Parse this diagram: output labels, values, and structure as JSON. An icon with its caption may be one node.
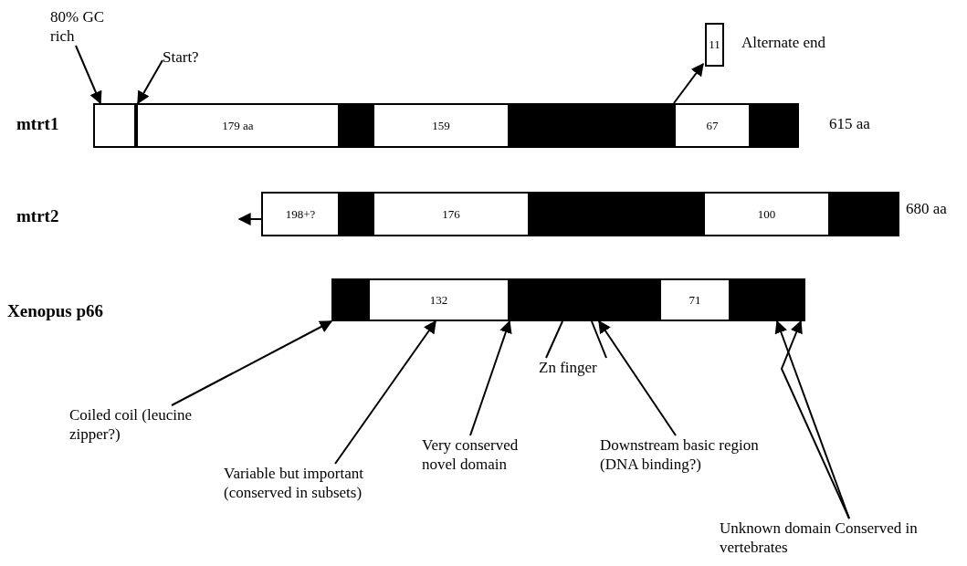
{
  "diagram": {
    "nodes": [
      {
        "text": [
          "80% GC rich"
        ]
      },
      {
        "text": [
          "Start?"
        ]
      },
      {
        "text": [
          "mtrt1"
        ],
        "beside": [
          "615 aa"
        ]
      },
      {
        "text": [],
        "shape": "box",
        "in": 2
      },
      {
        "text": [
          "179 aa"
        ],
        "in": 2
      },
      {
        "text": [],
        "shape": "box",
        "in": 2
      },
      {
        "text": [
          "159"
        ],
        "in": 2
      },
      {
        "text": [],
        "shape": "box",
        "in": 2
      },
      {
        "text": [
          "67"
        ],
        "in": 2
      },
      {
        "text": [],
        "shape": "box",
        "in": 2
      },
      {
        "text": [
          "11"
        ],
        "beside": [
          "Alternate end"
        ]
      },
      {
        "text": [
          "mtrt2"
        ],
        "beside": [
          "680 aa"
        ]
      },
      {
        "text": [
          "198+?"
        ],
        "in": 11
      },
      {
        "text": [],
        "shape": "box",
        "in": 11
      },
      {
        "text": [
          "176"
        ],
        "in": 11
      },
      {
        "text": [],
        "shape": "box",
        "in": 11
      },
      {
        "text": [
          "100"
        ],
        "in": 11
      },
      {
        "text": [],
        "shape": "box",
        "in": 11
      },
      {
        "text": [
          "Xenopus p66"
        ]
      },
      {
        "text": [],
        "shape": "box",
        "in": 18
      },
      {
        "text": [
          "132"
        ],
        "in": 18
      },
      {
        "text": [],
        "shape": "box",
        "in": 18
      },
      {
        "text": [
          "71"
        ],
        "in": 18
      },
      {
        "text": [],
        "shape": "box",
        "in": 18
      },
      {
        "text": [
          "Coiled coil (leucine zipper?)"
        ]
      },
      {
        "text": [
          "Variable but important (conserved in subsets)"
        ]
      },
      {
        "text": [
          "Very conserved novel domain"
        ]
      },
      {
        "text": [
          "Zn finger"
        ]
      },
      {
        "text": [
          "Downstream basic region (DNA binding?)"
        ]
      },
      {
        "text": [
          "Unknown domain Conserved in vertebrates"
        ]
      }
    ],
    "edges": [
      {
        "from": 0,
        "to": 3,
        "arrow": "to"
      },
      {
        "from": 1,
        "to": 4,
        "arrow": "to"
      },
      {
        "from": 8,
        "to": 10,
        "arrow": "to"
      },
      {
        "from": 12,
        "to": null,
        "arrow": "to"
      },
      {
        "from": 24,
        "to": 19,
        "arrow": "to"
      },
      {
        "from": 25,
        "to": 20,
        "arrow": "to"
      },
      {
        "from": 26,
        "to": 21,
        "arrow": "to"
      },
      {
        "from": 27,
        "to": 21,
        "arrow": "none"
      },
      {
        "from": 27,
        "to": 21,
        "arrow": "none"
      },
      {
        "from": 28,
        "to": 21,
        "arrow": "to"
      },
      {
        "from": 29,
        "to": 23,
        "arrow": "to"
      },
      {
        "from": 29,
        "to": 23,
        "arrow": "to"
      }
    ]
  }
}
